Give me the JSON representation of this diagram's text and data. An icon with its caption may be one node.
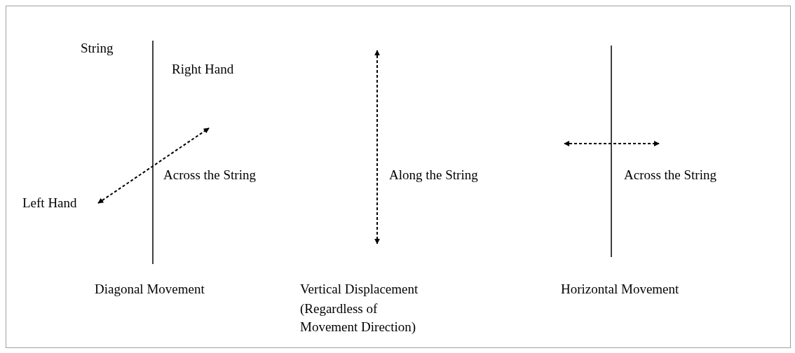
{
  "diagram": {
    "labels": [
      "String",
      "Right Hand",
      "Across the String",
      "Along the String",
      "Across the String",
      "Left Hand",
      "Diagonal Movement",
      "Vertical Displacement",
      "Horizontal Movement",
      "(Regardless of Movement Direction)"
    ]
  }
}
